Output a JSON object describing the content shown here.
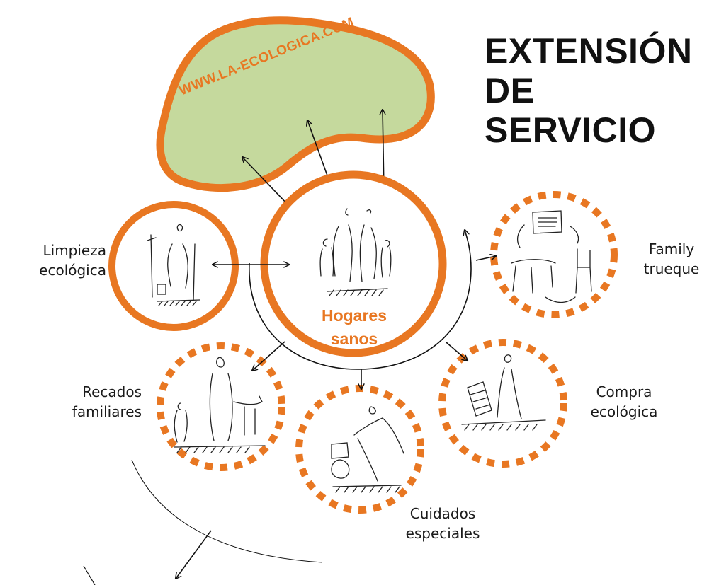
{
  "title": {
    "line1": "EXTENSIÓN DE",
    "line2": "SERVICIO"
  },
  "website": "WWW.LA-ECOLOGICA.COM",
  "center_node": {
    "line1": "Hogares",
    "line2": "sanos"
  },
  "nodes": [
    {
      "id": "limpieza",
      "line1": "Limpieza",
      "line2": "ecológica",
      "border": "solid"
    },
    {
      "id": "family",
      "line1": "Family",
      "line2": "trueque",
      "border": "dashed"
    },
    {
      "id": "recados",
      "line1": "Recados",
      "line2": "familiares",
      "border": "dashed"
    },
    {
      "id": "cuidados",
      "line1": "Cuidados",
      "line2": "especiales",
      "border": "dashed"
    },
    {
      "id": "compra",
      "line1": "Compra",
      "line2": "ecológica",
      "border": "dashed"
    }
  ],
  "colors": {
    "accent": "#e87722",
    "blob_fill": "#c5d99d",
    "line": "#111111"
  }
}
